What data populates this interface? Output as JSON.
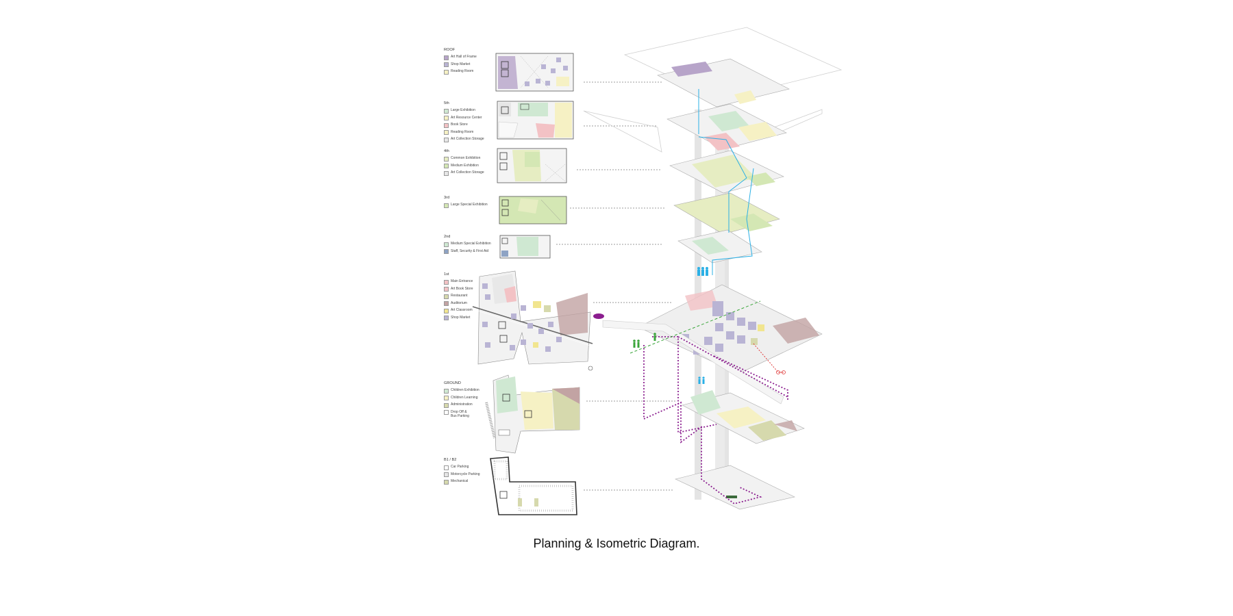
{
  "caption": "Planning & Isometric Diagram.",
  "colors": {
    "purple": "#b7a4c9",
    "green": "#d4e7b4",
    "mint": "#cfe8d2",
    "yellow": "#f6f1c4",
    "pink": "#f3c2c5",
    "gray": "#dcdcdc",
    "olive": "#d6d9ad",
    "mauve": "#c2a3a3",
    "blue": "#8ea3c4",
    "circulation_purple": "#8b1e8f",
    "circulation_cyan": "#2bb0e6",
    "circulation_green": "#3aa53a",
    "circulation_red": "#e03b3b"
  },
  "legend": [
    {
      "level": "ROOF",
      "items": [
        {
          "label": "Art Hall of Frame",
          "color": "#b7a4c9"
        },
        {
          "label": "Shop Market",
          "color": "#b9b4d4"
        },
        {
          "label": "Reading Room",
          "color": "#f6f1c4"
        }
      ]
    },
    {
      "level": "5th",
      "items": [
        {
          "label": "Large Exhibition",
          "color": "#cfe8d2"
        },
        {
          "label": "Art Resource Center",
          "color": "#f6f1c4"
        },
        {
          "label": "Book Store",
          "color": "#f3c2c5"
        },
        {
          "label": "Reading Room",
          "color": "#f6f1c4"
        },
        {
          "label": "Art Collection Storage",
          "color": "#e6e6e6"
        }
      ]
    },
    {
      "level": "4th",
      "items": [
        {
          "label": "Common Exhibition",
          "color": "#e6edc2"
        },
        {
          "label": "Medium Exhibition",
          "color": "#d4e7b4"
        },
        {
          "label": "Art Collection Storage",
          "color": "#e6e6e6"
        }
      ]
    },
    {
      "level": "3rd",
      "items": [
        {
          "label": "Large Special Exhibition",
          "color": "#d4e7b4"
        }
      ]
    },
    {
      "level": "2nd",
      "items": [
        {
          "label": "Medium Special Exhibition",
          "color": "#cfe8d2"
        },
        {
          "label": "Staff, Security & First Aid",
          "color": "#8ea3c4"
        }
      ]
    },
    {
      "level": "1st",
      "items": [
        {
          "label": "Main Entrance",
          "color": "#f3c2c5"
        },
        {
          "label": "Art Book Store",
          "color": "#f3c2c5"
        },
        {
          "label": "Restaurant",
          "color": "#d6d9ad"
        },
        {
          "label": "Auditorium",
          "color": "#c2a3a3"
        },
        {
          "label": "Art Classroom",
          "color": "#f1e58f"
        },
        {
          "label": "Shop Market",
          "color": "#b9b4d4"
        }
      ]
    },
    {
      "level": "GROUND",
      "items": [
        {
          "label": "Children Exhibition",
          "color": "#cfe8d2"
        },
        {
          "label": "Children Learning",
          "color": "#f6f1c4"
        },
        {
          "label": "Administration",
          "color": "#d6d9ad"
        },
        {
          "label": "Drop Off &\nBus Parking",
          "color": "#ffffff"
        }
      ]
    },
    {
      "level": "B1 / B2",
      "items": [
        {
          "label": "Car Parking",
          "color": "#ffffff"
        },
        {
          "label": "Motorcycle Parking",
          "color": "#e6e6e6"
        },
        {
          "label": "Mechanical",
          "color": "#d6d9ad"
        }
      ]
    }
  ]
}
